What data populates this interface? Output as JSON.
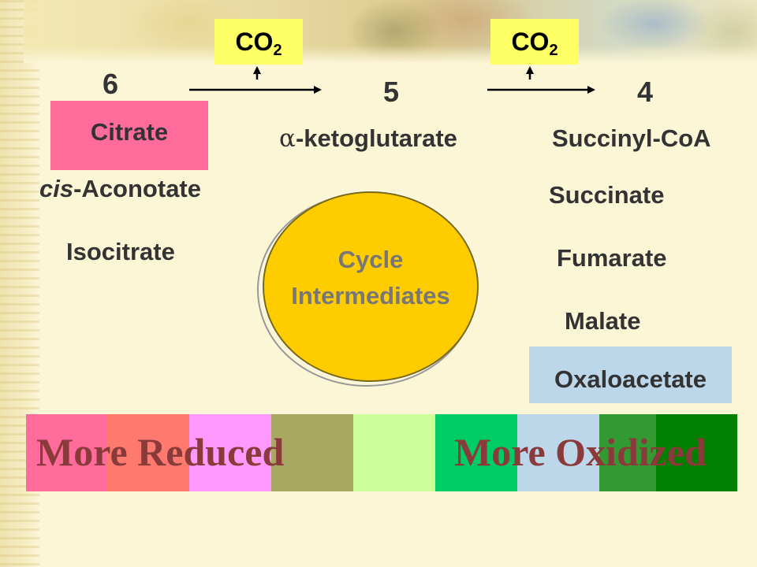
{
  "co2": [
    {
      "text": "CO",
      "sub": "2"
    },
    {
      "text": "CO",
      "sub": "2"
    }
  ],
  "carbons": {
    "citrate": "6",
    "akg": "5",
    "succinyl": "4"
  },
  "molecules": {
    "citrate": "Citrate",
    "cis_prefix": "cis",
    "cis_suffix": "-Aconotate",
    "isocitrate": "Isocitrate",
    "alpha_symbol": "α",
    "akg_suffix": "-ketoglutarate",
    "succinyl_coa": "Succinyl-CoA",
    "succinate": "Succinate",
    "fumarate": "Fumarate",
    "malate": "Malate",
    "oxaloacetate": "Oxaloacetate"
  },
  "center": {
    "line1": "Cycle",
    "line2": "Intermediates"
  },
  "scale": {
    "left_label": "More Reduced",
    "right_label": "More Oxidized",
    "segment_colors": [
      "#ff6b9a",
      "#ff7a6e",
      "#ff99ff",
      "#a8a863",
      "#ccff99",
      "#00cc66",
      "#bcd6ea",
      "#339933",
      "#008000"
    ]
  },
  "colors": {
    "co2_box": "#ffff66",
    "citrate_box": "#ff6b9a",
    "oxaloacetate_box": "#bcd6ea",
    "ellipse_fill": "#ffcc00",
    "ellipse_text": "#777777",
    "scale_text": "#8a3a3a"
  }
}
